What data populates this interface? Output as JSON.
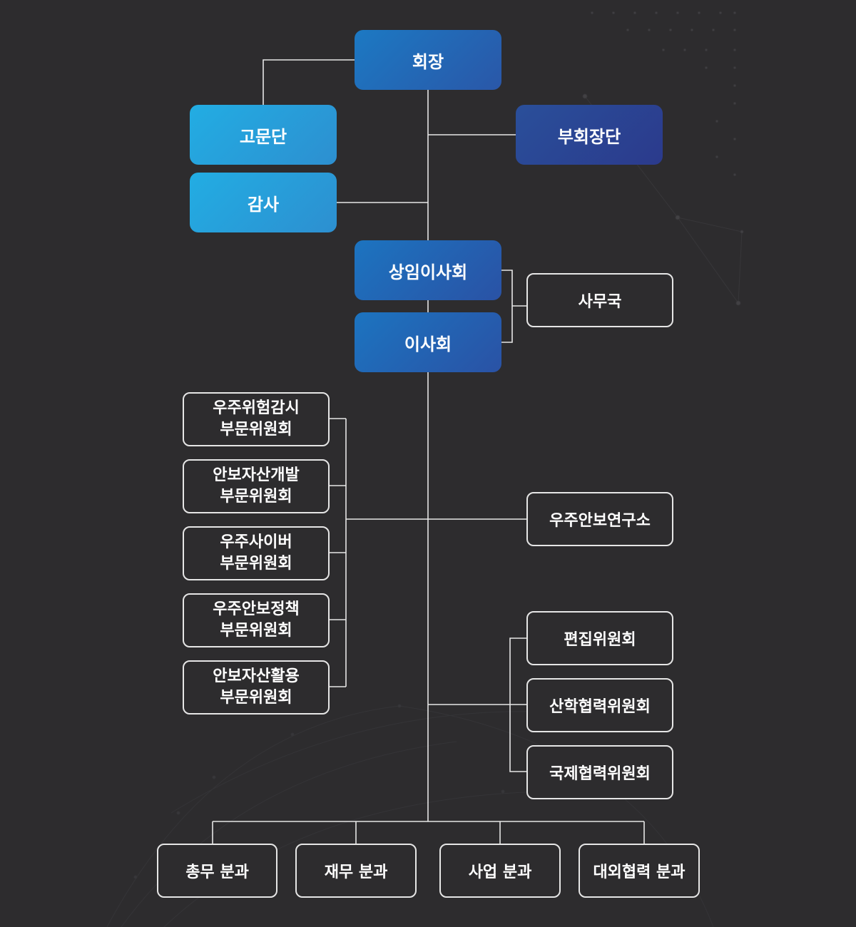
{
  "nodes": {
    "chairman": "회장",
    "advisory": "고문단",
    "vice_chairs": "부회장단",
    "auditor": "감사",
    "standing_board": "상임이사회",
    "board": "이사회",
    "secretariat": "사무국",
    "committees_left": [
      {
        "line1": "우주위험감시",
        "line2": "부문위원회"
      },
      {
        "line1": "안보자산개발",
        "line2": "부문위원회"
      },
      {
        "line1": "우주사이버",
        "line2": "부문위원회"
      },
      {
        "line1": "우주안보정책",
        "line2": "부문위원회"
      },
      {
        "line1": "안보자산활용",
        "line2": "부문위원회"
      }
    ],
    "institute": "우주안보연구소",
    "committees_right": [
      "편집위원회",
      "산학협력위원회",
      "국제협력위원회"
    ],
    "divisions": [
      "총무 분과",
      "재무 분과",
      "사업 분과",
      "대외협력 분과"
    ]
  },
  "colors": {
    "background": "#2d2c2e",
    "line": "#e6e6e6",
    "chair_blue": "#1c79c3",
    "light_blue": "#22ade3",
    "navy": "#2b3a8c"
  }
}
